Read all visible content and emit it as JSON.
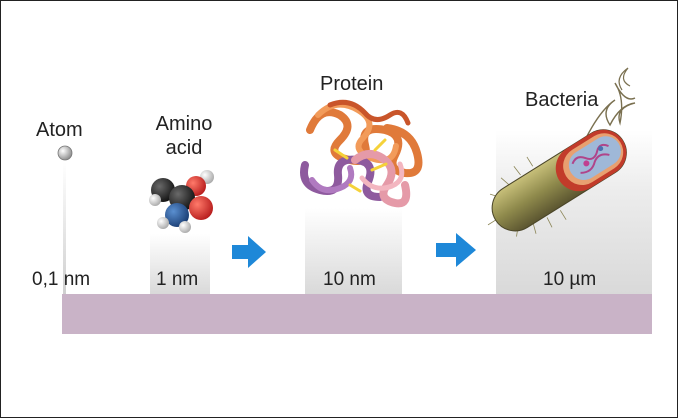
{
  "items": [
    {
      "name": "Atom",
      "scale": "0,1 nm"
    },
    {
      "name_line1": "Amino",
      "name_line2": "acid",
      "scale": "1 nm"
    },
    {
      "name": "Protein",
      "scale": "10 nm"
    },
    {
      "name": "Bacteria",
      "scale": "10 µm"
    }
  ],
  "colors": {
    "base": "#c9b3c7",
    "arrow": "#1e88d8",
    "pedestal_top": "#ffffff",
    "pedestal_bottom": "#dcdcdc"
  },
  "icons": [
    "atom-sphere-icon",
    "amino-acid-molecule-icon",
    "protein-structure-icon",
    "bacteria-icon",
    "arrow-right-icon"
  ]
}
